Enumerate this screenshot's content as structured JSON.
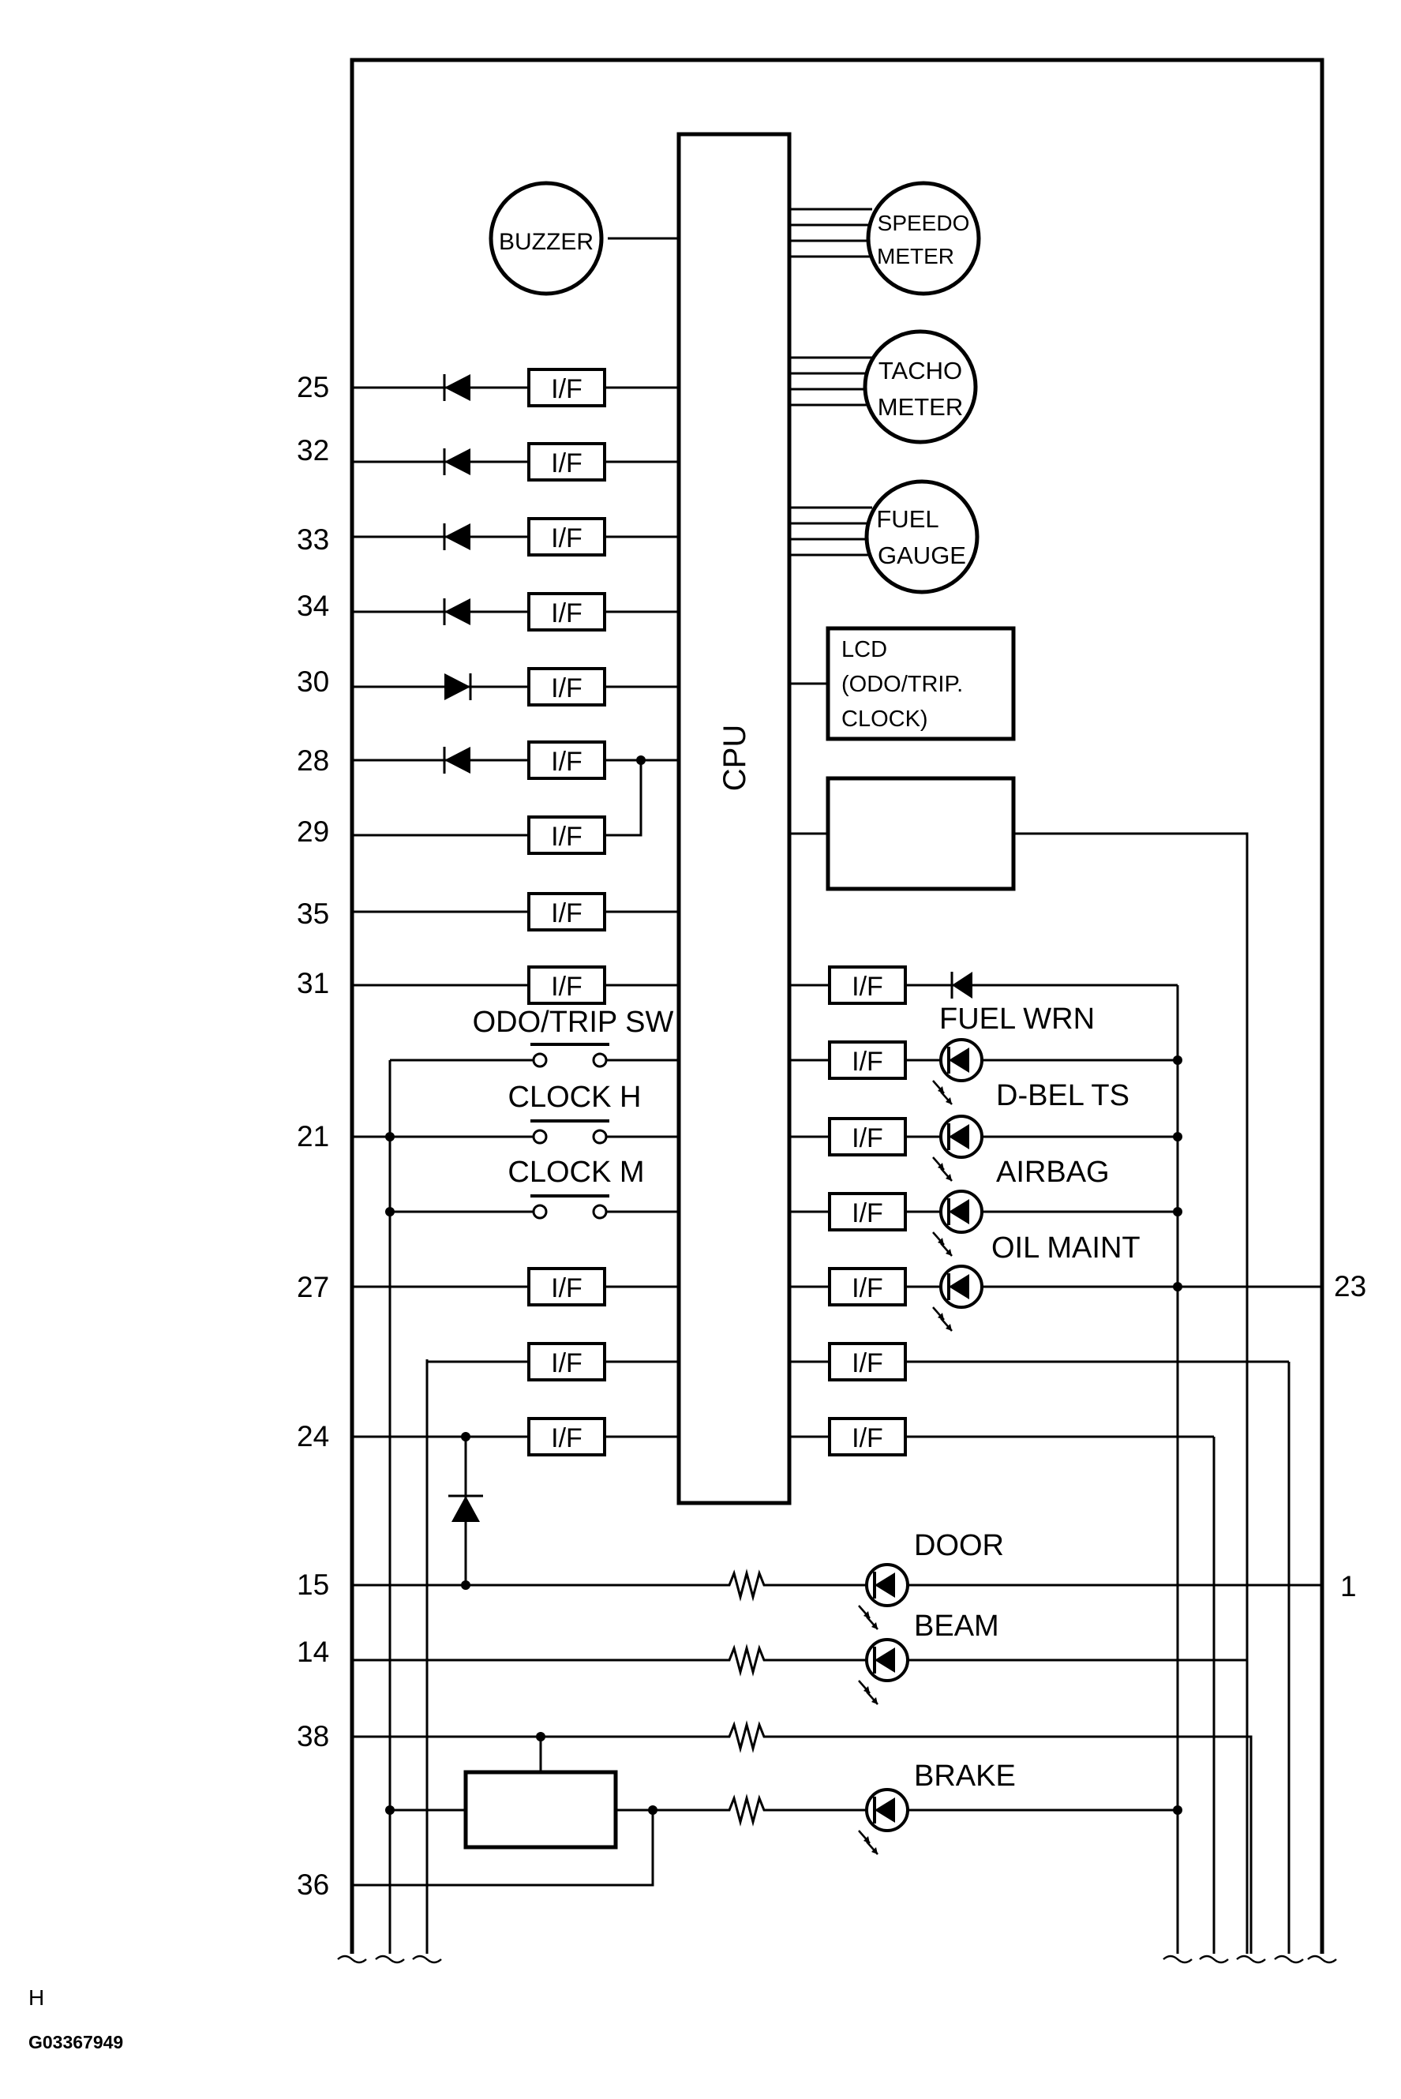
{
  "components": {
    "cpu": "CPU",
    "buzzer": "BUZZER",
    "speedo": [
      "SPEEDO",
      "METER"
    ],
    "tacho": [
      "TACHO",
      "METER"
    ],
    "fuel_gauge": [
      "FUEL",
      "GAUGE"
    ],
    "lcd": [
      "LCD",
      "(ODO/TRIP.",
      "CLOCK)"
    ],
    "interface": "I/F"
  },
  "switches": [
    "ODO/TRIP SW",
    "CLOCK H",
    "CLOCK M"
  ],
  "indicators": {
    "fuel_wrn": "FUEL WRN",
    "dbelt": "D-BEL  TS",
    "airbag": "AIRBAG",
    "oil_maint": "OIL MAINT",
    "door": "DOOR",
    "beam": "BEAM",
    "brake": "BRAKE"
  },
  "pins_left": [
    "25",
    "32",
    "33",
    "34",
    "30",
    "28",
    "29",
    "35",
    "31",
    "21",
    "27",
    "24",
    "15",
    "14",
    "38",
    "36"
  ],
  "pins_right": [
    "23",
    "1"
  ],
  "footer": {
    "letter": "H",
    "code": "G03367949"
  }
}
